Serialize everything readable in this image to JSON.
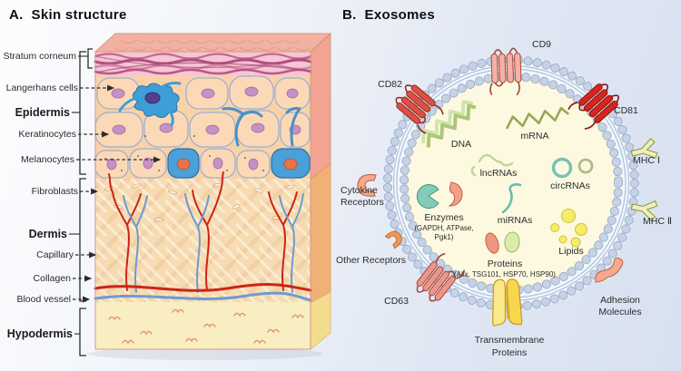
{
  "panel_a": {
    "title": "A.  Skin structure",
    "layer_labels": {
      "epidermis": "Epidermis",
      "dermis": "Dermis",
      "hypodermis": "Hypodermis"
    },
    "feature_labels": {
      "stratum_corneum": "Stratum corneum",
      "langerhans_cells": "Langerhans cells",
      "keratinocytes": "Keratinocytes",
      "melanocytes": "Melanocytes",
      "fibroblasts": "Fibroblasts",
      "capillary": "Capillary",
      "collagen": "Collagen",
      "blood_vessel": "Blood vessel"
    }
  },
  "panel_b": {
    "title": "B.  Exosomes",
    "surface_labels": {
      "cd9": "CD9",
      "cd81": "CD81",
      "cd82": "CD82",
      "cd63": "CD63",
      "mhc_i": "MHC Ⅰ",
      "mhc_ii": "MHC Ⅱ",
      "cytokine_receptors_line1": "Cytokine",
      "cytokine_receptors_line2": "Receptors",
      "other_receptors": "Other Receptors",
      "adhesion_molecules_line1": "Adhesion",
      "adhesion_molecules_line2": "Molecules",
      "transmembrane_proteins_line1": "Transmembrane",
      "transmembrane_proteins_line2": "Proteins"
    },
    "cargo_labels": {
      "dna": "DNA",
      "mrna": "mRNA",
      "lncrnas": "lncRNAs",
      "circrnas": "circRNAs",
      "mirnas": "miRNAs",
      "enzymes": "Enzymes",
      "enzymes_detail_line1": "(GAPDH, ATPase,",
      "enzymes_detail_line2": "Pgk1)",
      "lipids": "Lipids",
      "proteins": "Proteins",
      "proteins_detail": "(Alix, TSG101, HSP70, HSP90)"
    }
  },
  "colors": {
    "background_left": "#fcfdfe",
    "background_right": "#d8e1f0",
    "skin_epidermis": "#f9d2a8",
    "skin_dermis": "#f7dcb2",
    "skin_hypodermis": "#f9edc2",
    "stratum_corneum_pink": "#f6c6d6",
    "cell_nucleus_purple": "#c791c4",
    "langerhans_blue": "#3e9ed8",
    "vessel_red": "#cc2418",
    "vessel_blue": "#6b9cd0",
    "membrane_bead": "#c6d2e6",
    "membrane_bead_outline": "#93a8c6",
    "exosome_interior": "#fdf9e1",
    "tetraspanin_red": "#d6251c",
    "tetraspanin_pink": "#f6b0a6",
    "receptor_salmon": "#f4a88c",
    "mhc_yellow_green": "#edf0bc",
    "lipid_yellow": "#f5ec6a",
    "transmembrane_yellow": "#f8d74e"
  }
}
